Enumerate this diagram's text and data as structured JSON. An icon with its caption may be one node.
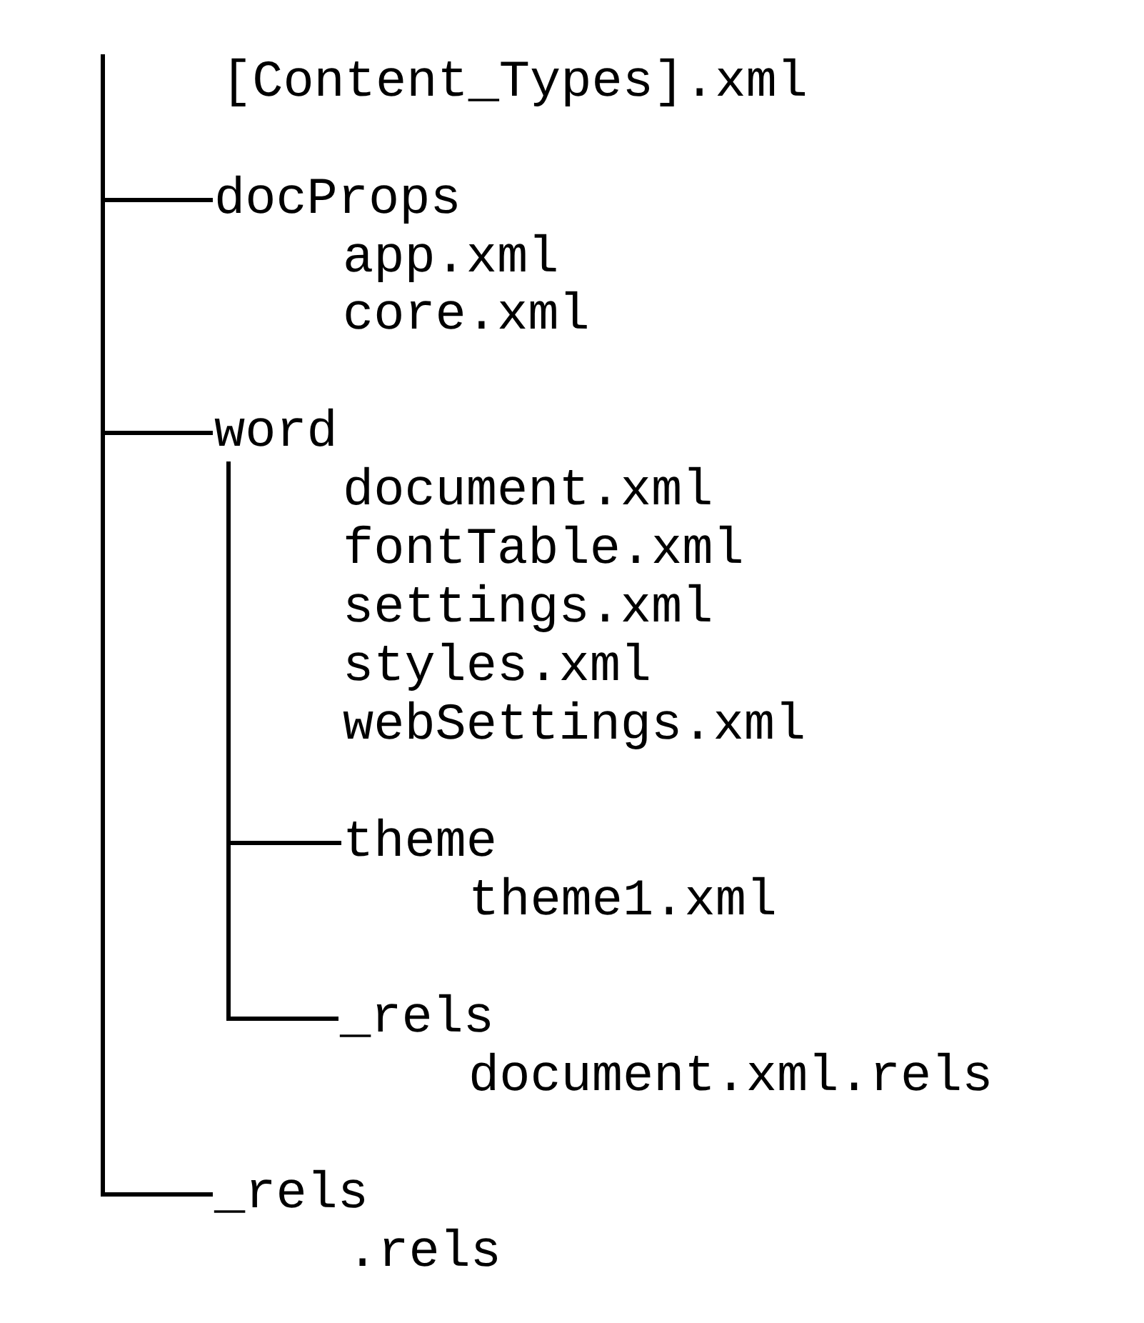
{
  "diagram": {
    "nodes": [
      {
        "text": [
          "docProps"
        ]
      },
      {
        "text": [
          "word"
        ]
      },
      {
        "text": [
          "theme"
        ]
      },
      {
        "text": [
          "_rels"
        ]
      },
      {
        "text": [
          "_rels"
        ]
      }
    ],
    "edges": [
      {
        "from": null,
        "to": 0,
        "arrow": "none"
      },
      {
        "from": null,
        "to": 1,
        "arrow": "none"
      },
      {
        "from": 1,
        "to": 2,
        "arrow": "none"
      },
      {
        "from": 1,
        "to": 3,
        "arrow": "none"
      },
      {
        "from": null,
        "to": 4,
        "arrow": "none"
      }
    ],
    "labels": [
      "[Content_Types].xml",
      "app.xml",
      "core.xml",
      "document.xml",
      "fontTable.xml",
      "settings.xml",
      "styles.xml",
      "webSettings.xml",
      "theme1.xml",
      "document.xml.rels",
      ".rels"
    ]
  }
}
